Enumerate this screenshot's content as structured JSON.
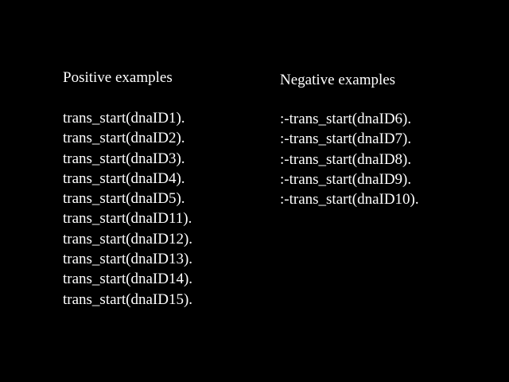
{
  "positive": {
    "heading": "Positive examples",
    "items": [
      "trans_start(dnaID1).",
      "trans_start(dnaID2).",
      "trans_start(dnaID3).",
      "trans_start(dnaID4).",
      "trans_start(dnaID5).",
      "trans_start(dnaID11).",
      "trans_start(dnaID12).",
      "trans_start(dnaID13).",
      "trans_start(dnaID14).",
      "trans_start(dnaID15)."
    ]
  },
  "negative": {
    "heading": "Negative examples",
    "items": [
      ":-trans_start(dnaID6).",
      ":-trans_start(dnaID7).",
      ":-trans_start(dnaID8).",
      ":-trans_start(dnaID9).",
      ":-trans_start(dnaID10)."
    ]
  },
  "colors": {
    "background": "#000000",
    "text": "#ffffff"
  }
}
